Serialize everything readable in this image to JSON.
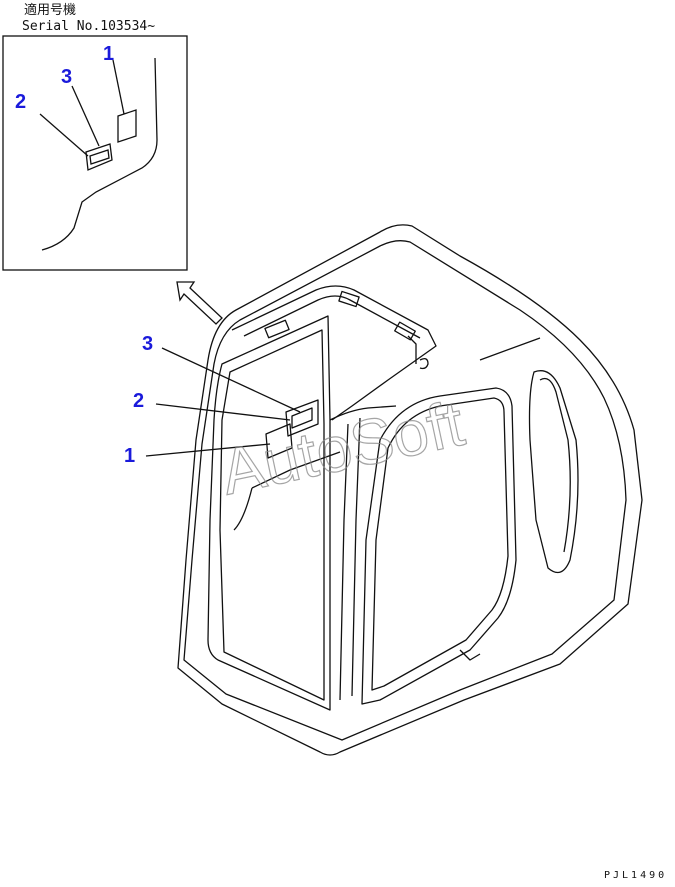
{
  "header": {
    "applicable_label": "適用号機",
    "serial_text": "Serial No.103534~"
  },
  "colors": {
    "line": "#111111",
    "callout": "#1a1adb",
    "watermark": "#888888"
  },
  "callouts": {
    "inset": [
      "1",
      "3",
      "2"
    ],
    "main": [
      "3",
      "2",
      "1"
    ]
  },
  "watermark": "AutoSoft",
  "drawing_code": "PJL1490"
}
